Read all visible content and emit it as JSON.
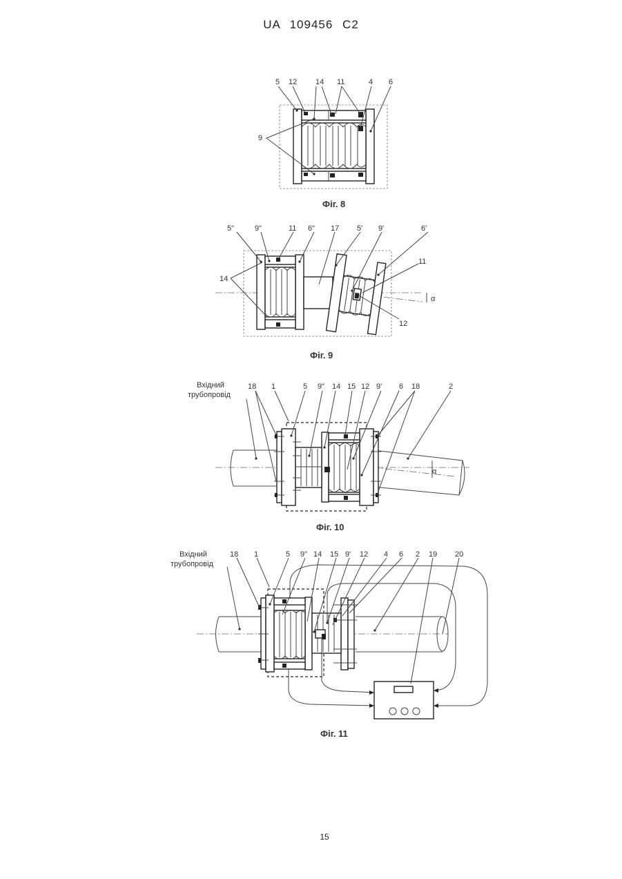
{
  "header": "UA   109456   C2",
  "page_number": "15",
  "captions": {
    "fig8": "Фіг. 8",
    "fig9": "Фіг. 9",
    "fig10": "Фіг. 10",
    "fig11": "Фіг. 11"
  },
  "fig8_labels": [
    "5",
    "12",
    "14",
    "11",
    "4",
    "6",
    "9"
  ],
  "fig9_labels": [
    "5\"",
    "9\"",
    "11",
    "6\"",
    "17",
    "5'",
    "9'",
    "6'",
    "14",
    "11",
    "α",
    "12"
  ],
  "fig10_labels": {
    "inlet_line1": "Вхідний",
    "inlet_line2": "трубопровід",
    "nums": [
      "18",
      "1",
      "5",
      "9\"",
      "14",
      "15",
      "12",
      "9'",
      "6",
      "18",
      "2"
    ],
    "alpha": "α"
  },
  "fig11_labels": {
    "inlet_line1": "Вхідний",
    "inlet_line2": "трубопровід",
    "nums": [
      "18",
      "1",
      "5",
      "9\"",
      "14",
      "15",
      "9'",
      "12",
      "4",
      "6",
      "2",
      "19",
      "20"
    ]
  }
}
